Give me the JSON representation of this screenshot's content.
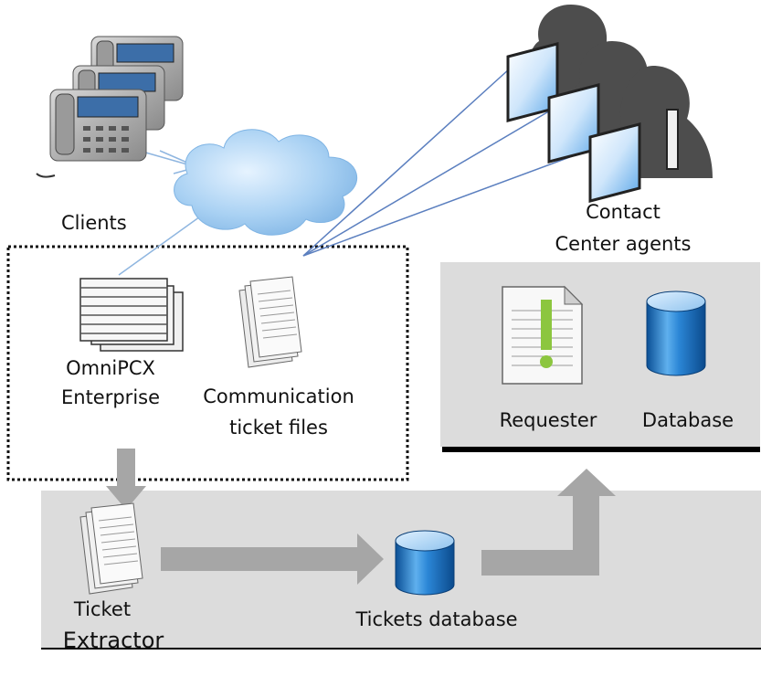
{
  "labels": {
    "clients": "Clients",
    "contact_center_line1": "Contact",
    "contact_center_line2": "Center agents",
    "omnipcx_line1": "OmniPCX",
    "omnipcx_line2": "Enterprise",
    "comm_files_line1": "Communication",
    "comm_files_line2": "ticket files",
    "requester": "Requester",
    "database": "Database",
    "ticket_extractor_line1": "Ticket",
    "ticket_extractor_line2": "Extractor",
    "tickets_database": "Tickets database"
  },
  "colors": {
    "panel_gray": "#dcdcdc",
    "arrow_gray": "#a6a6a6",
    "link_blue": "#5b7fbf",
    "cloud_blue": "#9cc7ee",
    "cylinder_blue": "#1f78c8",
    "agent_gray": "#4d4d4d",
    "exclamation_green": "#8cc63f"
  }
}
